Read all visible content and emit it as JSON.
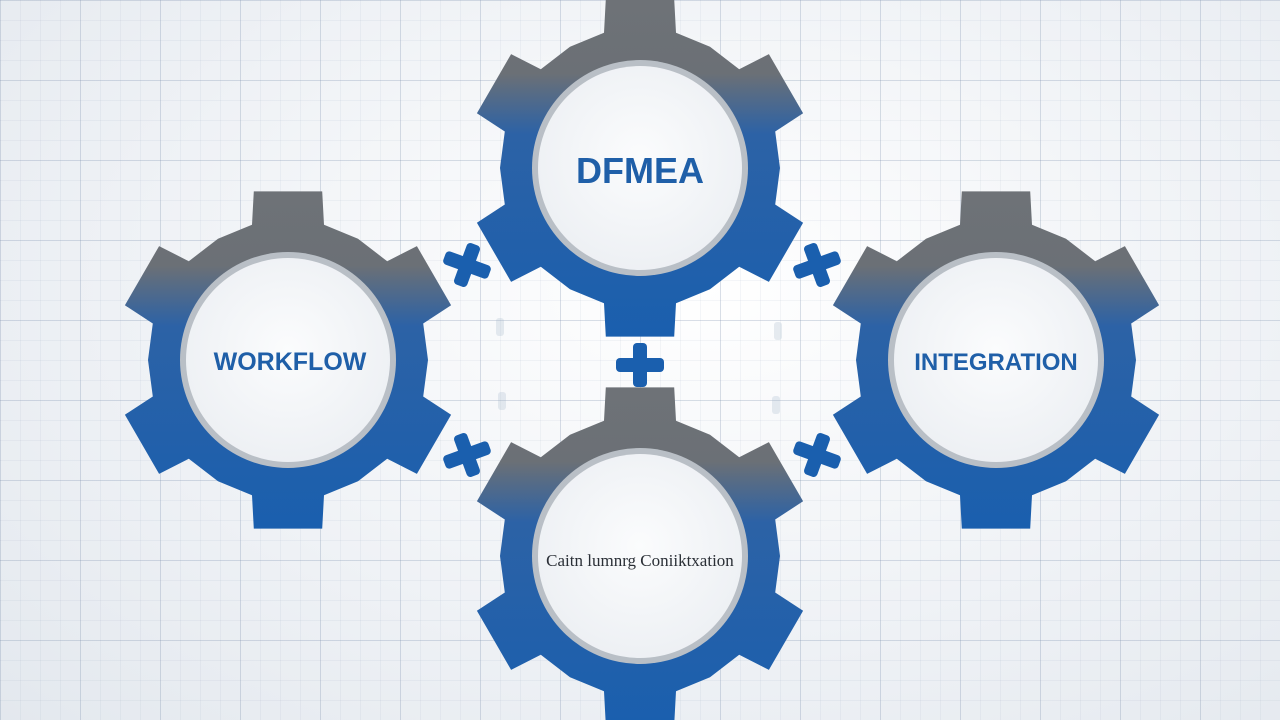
{
  "colors": {
    "gear_blue": "#1a5fae",
    "gear_gray": "#6e7277",
    "inner_ring": "#b9bfc6",
    "inner_fill": "#f6f7f9",
    "connector": "#1a5fae",
    "label_blue": "#1f5fa8"
  },
  "gears": {
    "top": {
      "label": "DFMEA"
    },
    "left": {
      "label": "WORKFLOW"
    },
    "right": {
      "label": "INTEGRATION"
    },
    "bottom": {
      "label": "Caitn lumnrg Coniiktxation"
    }
  },
  "connectors": {
    "count": 5,
    "icon": "plus-connector-icon"
  }
}
